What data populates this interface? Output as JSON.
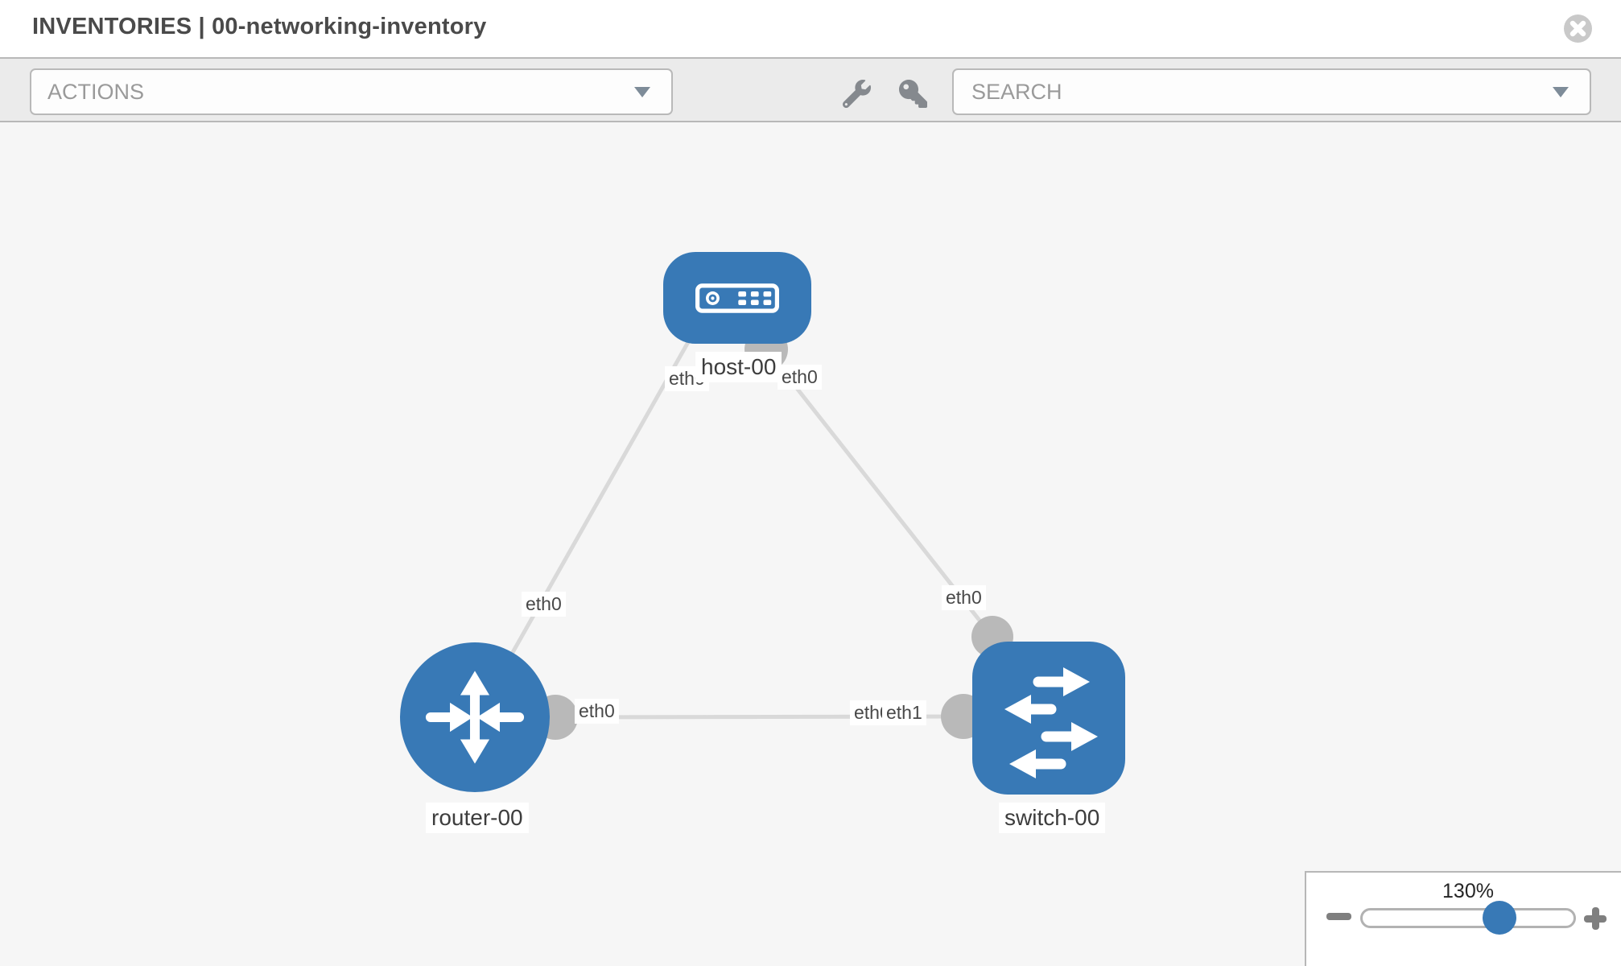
{
  "header": {
    "title": "INVENTORIES | 00-networking-inventory"
  },
  "toolbar": {
    "actions_label": "ACTIONS",
    "search_placeholder": "SEARCH"
  },
  "topology": {
    "nodes": [
      {
        "label": "host-00",
        "type": "host"
      },
      {
        "label": "router-00",
        "type": "router"
      },
      {
        "label": "switch-00",
        "type": "switch"
      }
    ],
    "links": [
      {
        "source": "host-00",
        "source_interface": "eth0",
        "target": "router-00",
        "target_interface": "eth0"
      },
      {
        "source": "host-00",
        "source_interface": "eth0",
        "target": "switch-00",
        "target_interface": "eth0"
      },
      {
        "source": "router-00",
        "source_interface": "eth0",
        "target": "switch-00",
        "target_interface": "eth1"
      }
    ],
    "labels": {
      "host": "host-00",
      "router": "router-00",
      "switch": "switch-00",
      "if_host_left": "eth0",
      "if_host_right": "eth0",
      "if_router_top": "eth0",
      "if_switch_top": "eth0",
      "if_link_router": "eth0",
      "if_link_switch_under": "eth0",
      "if_link_switch": "eth1"
    }
  },
  "zoom_widget": {
    "value": "130%"
  },
  "colors": {
    "node_blue": "#3879b6",
    "link_gray": "#d9d9d9",
    "interface_gray": "#b9b9b9",
    "toolbar_bg": "#ebebeb",
    "canvas_bg": "#f6f6f6"
  }
}
